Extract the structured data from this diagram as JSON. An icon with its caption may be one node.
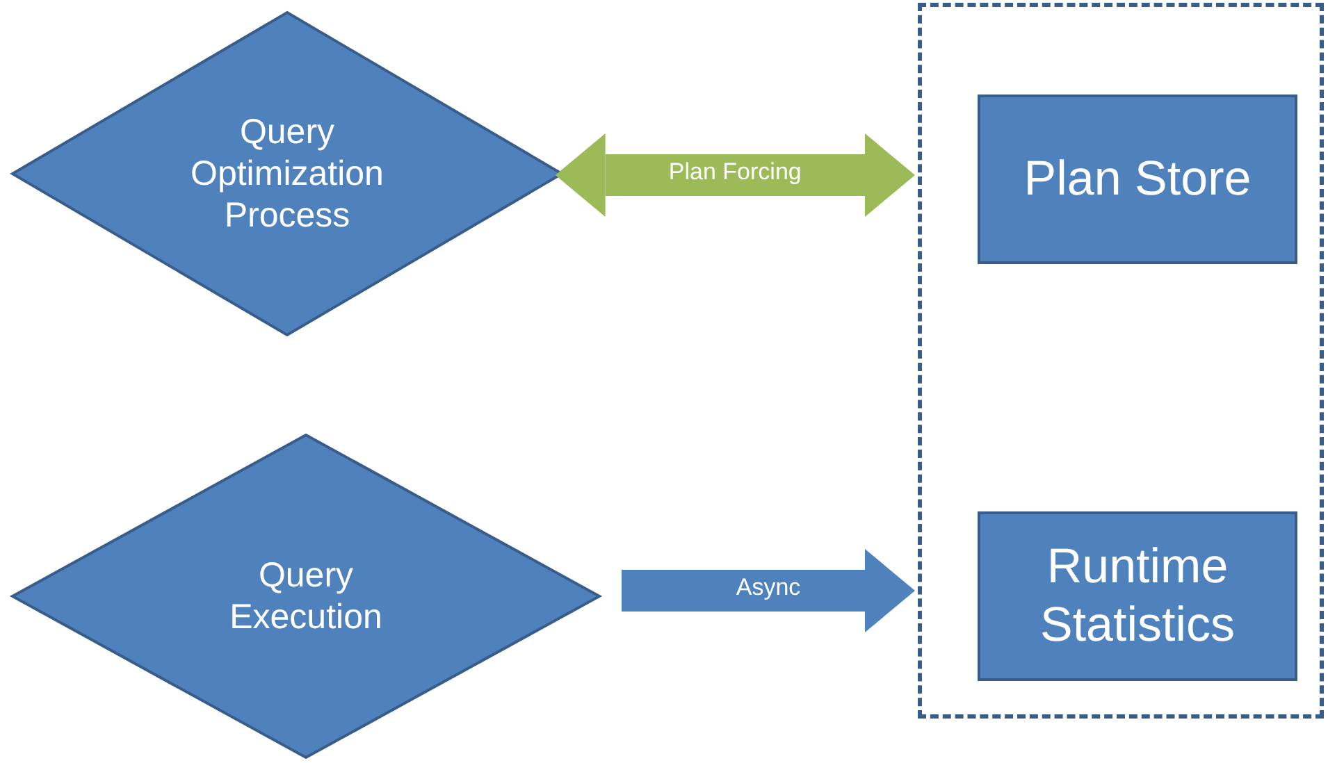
{
  "diagram": {
    "nodes": [
      {
        "text": [
          "Query Optimization Process"
        ]
      },
      {
        "text": [
          "Query Execution"
        ]
      },
      {
        "text": [],
        "shape": "box"
      },
      {
        "text": [
          "Plan Store"
        ],
        "in": 2
      },
      {
        "text": [
          "Runtime Statistics"
        ],
        "in": 2
      }
    ],
    "edges": [
      {
        "from": 0,
        "to": 2,
        "arrow": "both",
        "label": "Plan Forcing",
        "color": "#9bbb59"
      },
      {
        "from": 1,
        "to": 2,
        "arrow": "to",
        "label": "Async",
        "color": "#4f81bd"
      }
    ]
  }
}
